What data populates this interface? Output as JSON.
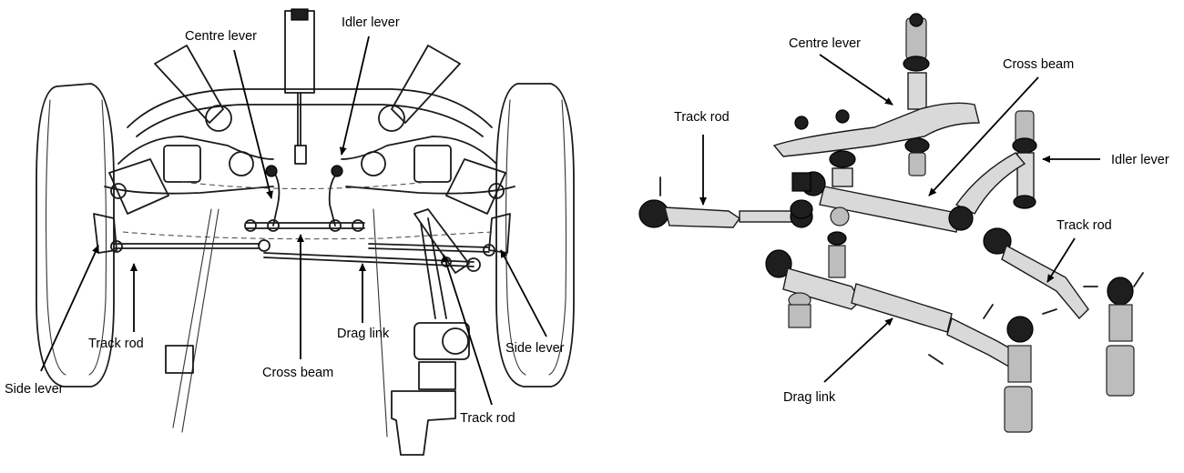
{
  "left_view": {
    "labels": {
      "centre_lever": "Centre lever",
      "idler_lever": "Idler lever",
      "track_rod_left": "Track rod",
      "side_lever_left": "Side lever",
      "cross_beam": "Cross beam",
      "drag_link": "Drag link",
      "side_lever_right": "Side lever",
      "track_rod_right": "Track rod"
    }
  },
  "right_view": {
    "labels": {
      "centre_lever": "Centre lever",
      "cross_beam": "Cross beam",
      "track_rod_left": "Track rod",
      "idler_lever": "Idler lever",
      "track_rod_right": "Track rod",
      "drag_link": "Drag link"
    }
  },
  "colors": {
    "ink": "#1a1a1a",
    "background": "#ffffff",
    "part_grey": "#d9d9d9"
  }
}
